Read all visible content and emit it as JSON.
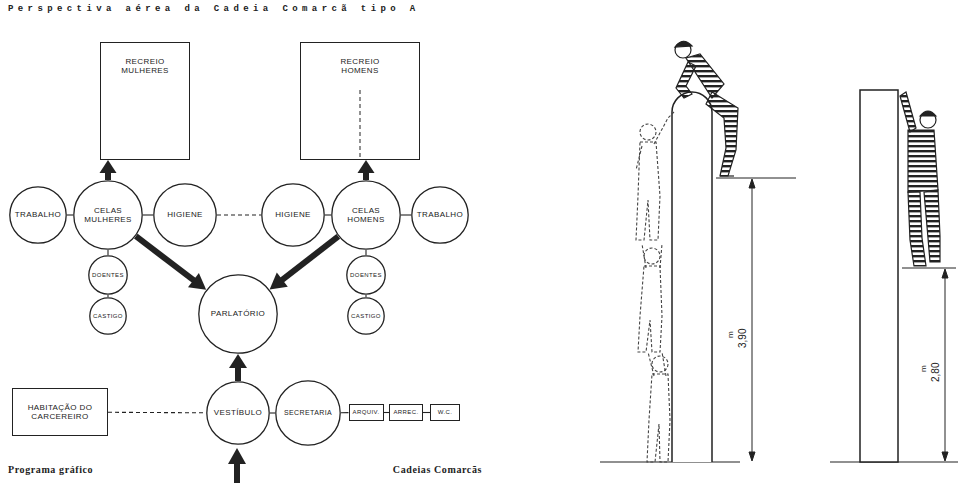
{
  "diagram": {
    "title": "Perspectiva aérea da Cadeia Comarcã tipo A",
    "nodes": [
      {
        "text": [
          "RECREIO MULHERES"
        ]
      },
      {
        "text": [
          "RECREIO HOMENS"
        ]
      },
      {
        "text": [
          "TRABALHO"
        ]
      },
      {
        "text": [
          "CELAS MULHERES"
        ]
      },
      {
        "text": [
          "HIGIENE"
        ]
      },
      {
        "text": [
          "HIGIENE"
        ]
      },
      {
        "text": [
          "CELAS HOMENS"
        ]
      },
      {
        "text": [
          "TRABALHO"
        ]
      },
      {
        "text": [
          "DOENTES"
        ]
      },
      {
        "text": [
          "DOENTES"
        ]
      },
      {
        "text": [
          "CASTIGO"
        ]
      },
      {
        "text": [
          "CASTIGO"
        ]
      },
      {
        "text": [
          "PARLATÓRIO"
        ]
      },
      {
        "text": [
          "HABITAÇÃO DO CARCEREIRO"
        ]
      },
      {
        "text": [
          "VESTÍBULO"
        ]
      },
      {
        "text": [
          "SECRETARIA"
        ]
      },
      {
        "text": [
          "ARQUIV."
        ]
      },
      {
        "text": [
          "ARREC."
        ]
      },
      {
        "text": [
          "W.C."
        ]
      }
    ],
    "edges": [
      {
        "from": 3,
        "to": 0,
        "arrow": "to"
      },
      {
        "from": 6,
        "to": 1,
        "arrow": "to"
      },
      {
        "from": 2,
        "to": 3,
        "arrow": "none"
      },
      {
        "from": 3,
        "to": 4,
        "arrow": "none"
      },
      {
        "from": 4,
        "to": 5,
        "arrow": "none"
      },
      {
        "from": 5,
        "to": 6,
        "arrow": "none"
      },
      {
        "from": 6,
        "to": 7,
        "arrow": "none"
      },
      {
        "from": 3,
        "to": 8,
        "arrow": "none"
      },
      {
        "from": 8,
        "to": 10,
        "arrow": "none"
      },
      {
        "from": 6,
        "to": 9,
        "arrow": "none"
      },
      {
        "from": 9,
        "to": 11,
        "arrow": "none"
      },
      {
        "from": 3,
        "to": 12,
        "arrow": "to"
      },
      {
        "from": 6,
        "to": 12,
        "arrow": "to"
      },
      {
        "from": 14,
        "to": 12,
        "arrow": "to"
      },
      {
        "from": 13,
        "to": 14,
        "arrow": "none"
      },
      {
        "from": 14,
        "to": 15,
        "arrow": "none"
      },
      {
        "from": 15,
        "to": 16,
        "arrow": "none"
      },
      {
        "from": 16,
        "to": 17,
        "arrow": "none"
      },
      {
        "from": 17,
        "to": 18,
        "arrow": "none"
      }
    ],
    "labels": [
      "Programa gráfico",
      "Cadeias Comarcãs",
      "m",
      "3,90",
      "m",
      "2,80"
    ]
  }
}
